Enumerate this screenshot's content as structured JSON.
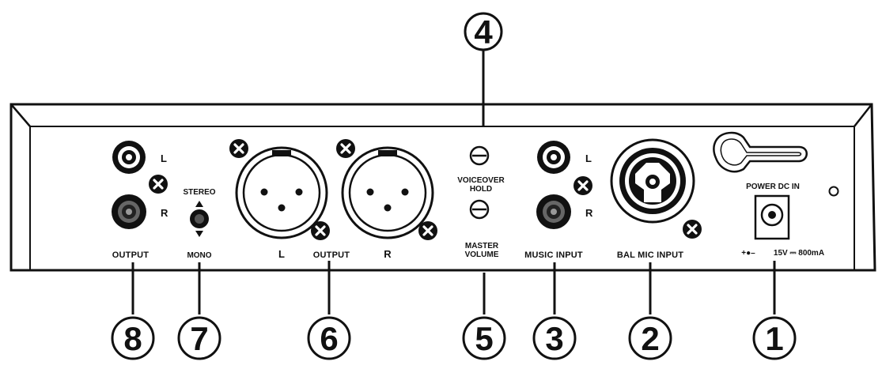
{
  "callouts": {
    "c1": "1",
    "c2": "2",
    "c3": "3",
    "c4": "4",
    "c5": "5",
    "c6": "6",
    "c7": "7",
    "c8": "8"
  },
  "labels": {
    "output_left": "OUTPUT",
    "stereo": "STEREO",
    "mono": "MONO",
    "l": "L",
    "r": "R",
    "output_xlr": "OUTPUT",
    "voiceover_line1": "VOICEOVER",
    "voiceover_line2": "HOLD",
    "master_line1": "MASTER",
    "master_line2": "VOLUME",
    "music_input": "MUSIC INPUT",
    "bal_mic_input": "BAL MIC INPUT",
    "power_dc_in": "POWER DC IN",
    "power_spec": "15V ⎓ 800mA",
    "polarity": "+●–"
  },
  "icons": {
    "rca_jack": "rca-jack-icon",
    "xlr_connector": "xlr-connector-icon",
    "combo_jack": "combo-jack-icon",
    "screw": "screw-icon",
    "knob": "knob-icon",
    "dc_jack": "dc-jack-icon"
  }
}
